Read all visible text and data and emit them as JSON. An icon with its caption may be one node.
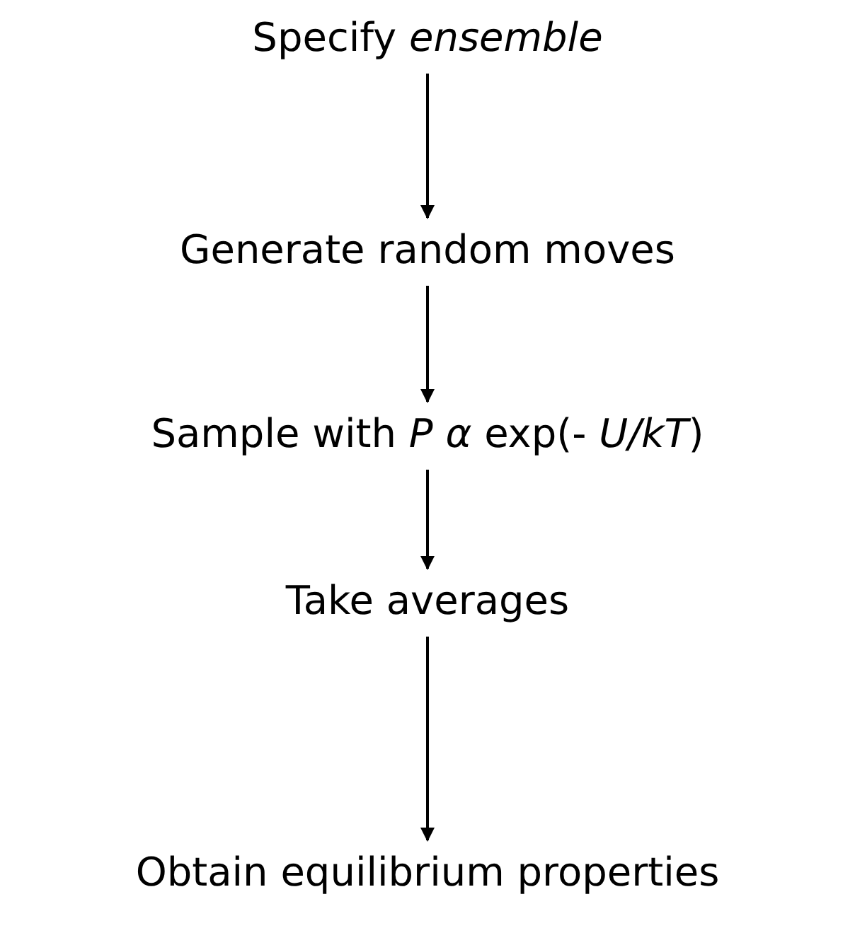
{
  "diagram": {
    "nodes": [
      {
        "text": [
          "Specify *ensemble*"
        ]
      },
      {
        "text": [
          "Generate random moves"
        ]
      },
      {
        "text": [
          "Sample with *P α* exp(- *U/kT*)"
        ]
      },
      {
        "text": [
          "Take averages"
        ]
      },
      {
        "text": [
          "Obtain equilibrium properties"
        ]
      }
    ],
    "edges": [
      {
        "from": 0,
        "to": 1,
        "arrow": "to"
      },
      {
        "from": 1,
        "to": 2,
        "arrow": "to"
      },
      {
        "from": 2,
        "to": 3,
        "arrow": "to"
      },
      {
        "from": 3,
        "to": 4,
        "arrow": "to"
      }
    ]
  }
}
